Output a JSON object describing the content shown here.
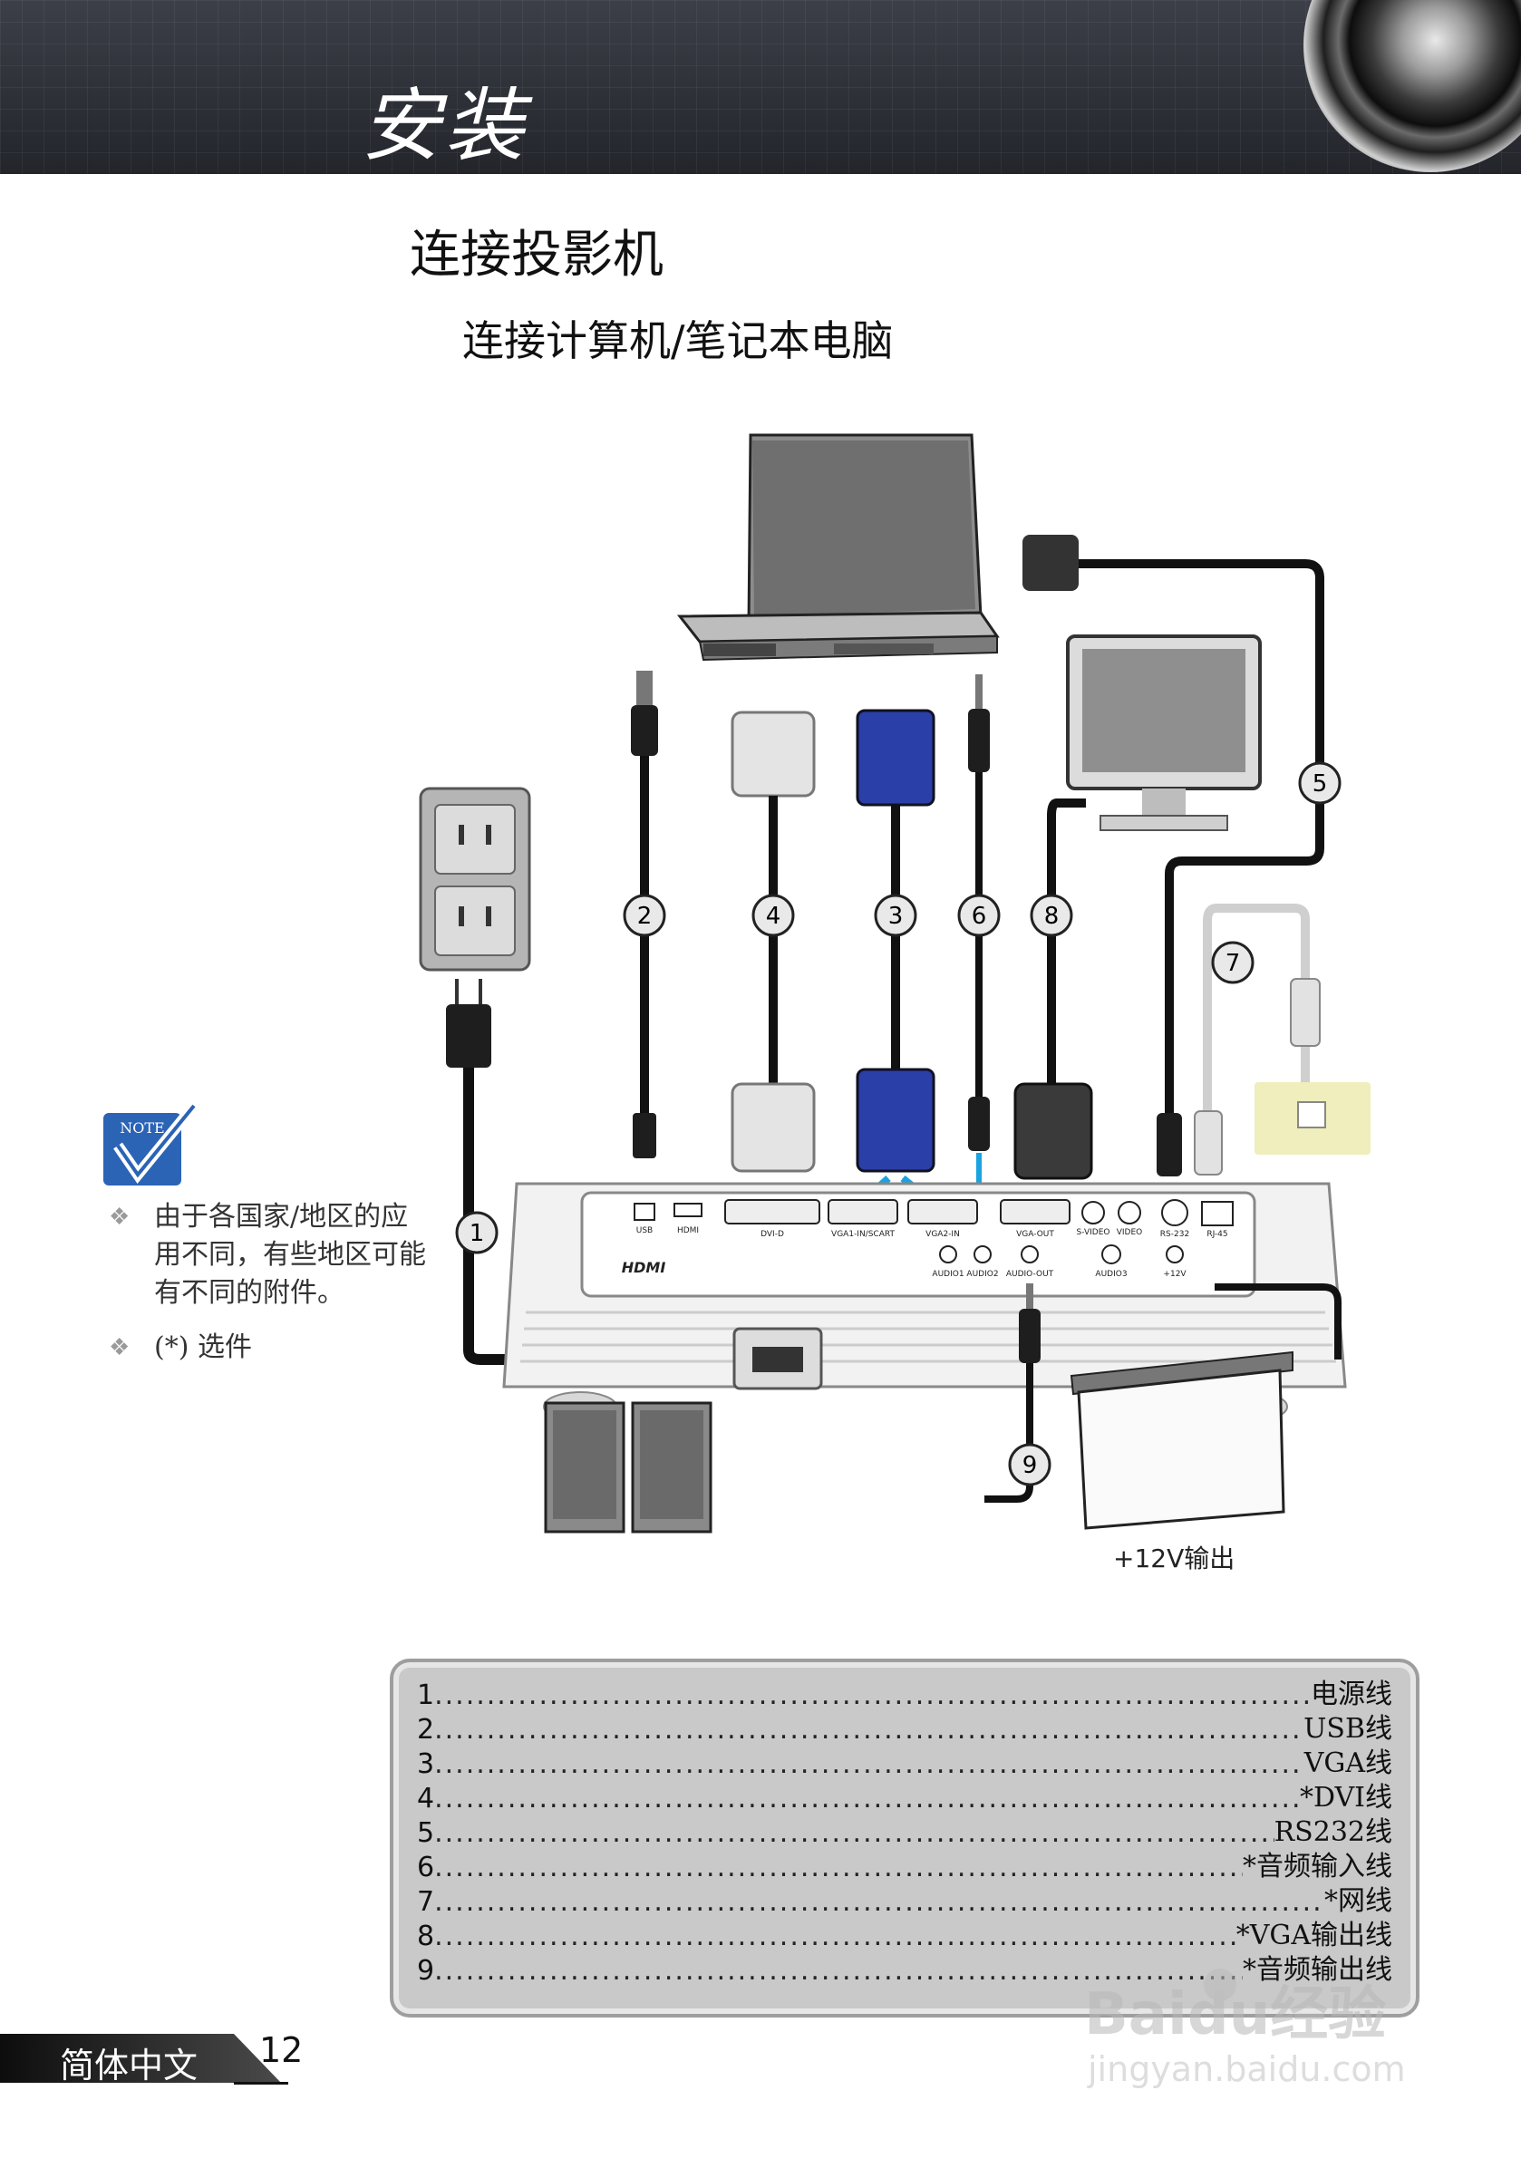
{
  "header": {
    "title": "安装"
  },
  "section_title": "连接投影机",
  "sub_title": "连接计算机/笔记本电脑",
  "diagram": {
    "callouts": [
      "1",
      "2",
      "3",
      "4",
      "5",
      "6",
      "7",
      "8",
      "9"
    ],
    "port_labels": {
      "usb": "USB",
      "hdmi": "HDMI",
      "dvid": "DVI-D",
      "vga1": "VGA1-IN/SCART",
      "vga2": "VGA2-IN",
      "vgaout": "VGA-OUT",
      "audio1": "AUDIO1",
      "audio2": "AUDIO2",
      "audioout": "AUDIO-OUT",
      "svideo": "S-VIDEO",
      "video": "VIDEO",
      "audio3": "AUDIO3",
      "rs232": "RS-232",
      "rj45": "RJ-45",
      "v12": "+12V",
      "hdmi_logo": "HDMI"
    },
    "output_label": "+12V输出"
  },
  "note": {
    "badge": "NOTE",
    "items": [
      "由于各国家/地区的应用不同，有些地区可能有不同的附件。",
      "(*) 选件"
    ]
  },
  "legend": [
    {
      "num": "1",
      "label": "电源线"
    },
    {
      "num": "2",
      "label": "USB线"
    },
    {
      "num": "3",
      "label": "VGA线"
    },
    {
      "num": "4",
      "label": "*DVI线"
    },
    {
      "num": "5",
      "label": "RS232线"
    },
    {
      "num": "6",
      "label": "*音频输入线"
    },
    {
      "num": "7",
      "label": "*网线"
    },
    {
      "num": "8",
      "label": "*VGA输出线"
    },
    {
      "num": "9",
      "label": "*音频输出线"
    }
  ],
  "footer": {
    "language": "简体中文",
    "page": "12"
  },
  "watermark": {
    "brand": "Baidu经验",
    "url": "jingyan.baidu.com"
  },
  "colors": {
    "header_bg": "#2c2e35",
    "legend_bg": "#c9c9c9",
    "vga_blue": "#2b3fa8",
    "arrow_cyan": "#1aa3e0",
    "note_blue": "#2b63b5"
  }
}
